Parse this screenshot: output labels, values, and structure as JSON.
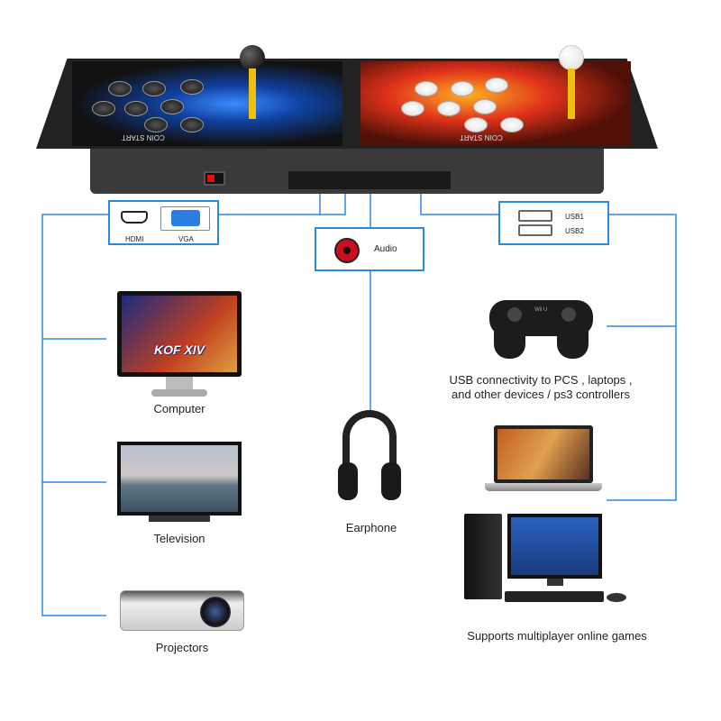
{
  "console": {
    "left_label": "COIN START",
    "right_label": "COIN START",
    "left_color": "#2a6fe0",
    "right_color": "#e0321a"
  },
  "ports": {
    "hdmi": "HDMI",
    "vga": "VGA",
    "audio": "Audio",
    "usb1": "USB1",
    "usb2": "USB2"
  },
  "devices": {
    "computer": "Computer",
    "television": "Television",
    "projectors": "Projectors",
    "earphone": "Earphone",
    "controller": "USB connectivity to PCS , laptops ,\nand other devices / ps3 controllers",
    "controller_line1": "USB connectivity to PCS , laptops ,",
    "controller_line2": "and other devices / ps3 controllers",
    "multiplayer": "Supports multiplayer online games",
    "monitor_game_title": "KOF XIV",
    "controller_brand": "Wii U"
  },
  "colors": {
    "connector_line": "#2a8ae0",
    "audio_jack": "#c8101e"
  }
}
